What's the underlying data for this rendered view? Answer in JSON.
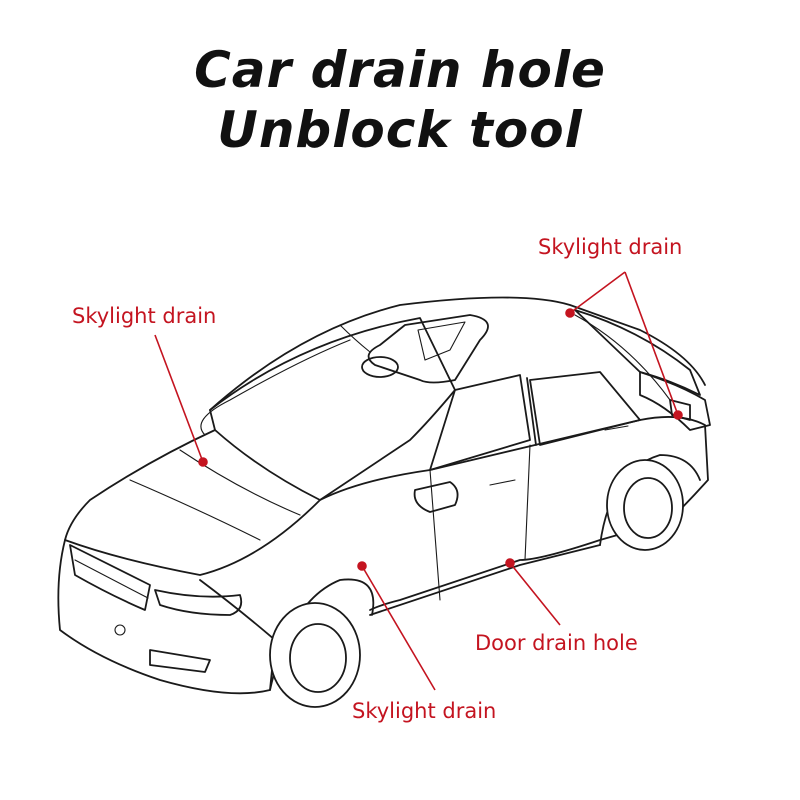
{
  "title": {
    "line1": "Car drain hole",
    "line2": "Unblock tool"
  },
  "colors": {
    "text": "#111111",
    "accent": "#c41420",
    "drawing": "#1a1a1a"
  },
  "callouts": [
    {
      "id": "skylight-drain-front",
      "text": "Skylight drain"
    },
    {
      "id": "skylight-drain-rear",
      "text": "Skylight drain"
    },
    {
      "id": "skylight-drain-door",
      "text": "Skylight drain"
    },
    {
      "id": "door-drain-hole",
      "text": "Door drain hole"
    }
  ]
}
